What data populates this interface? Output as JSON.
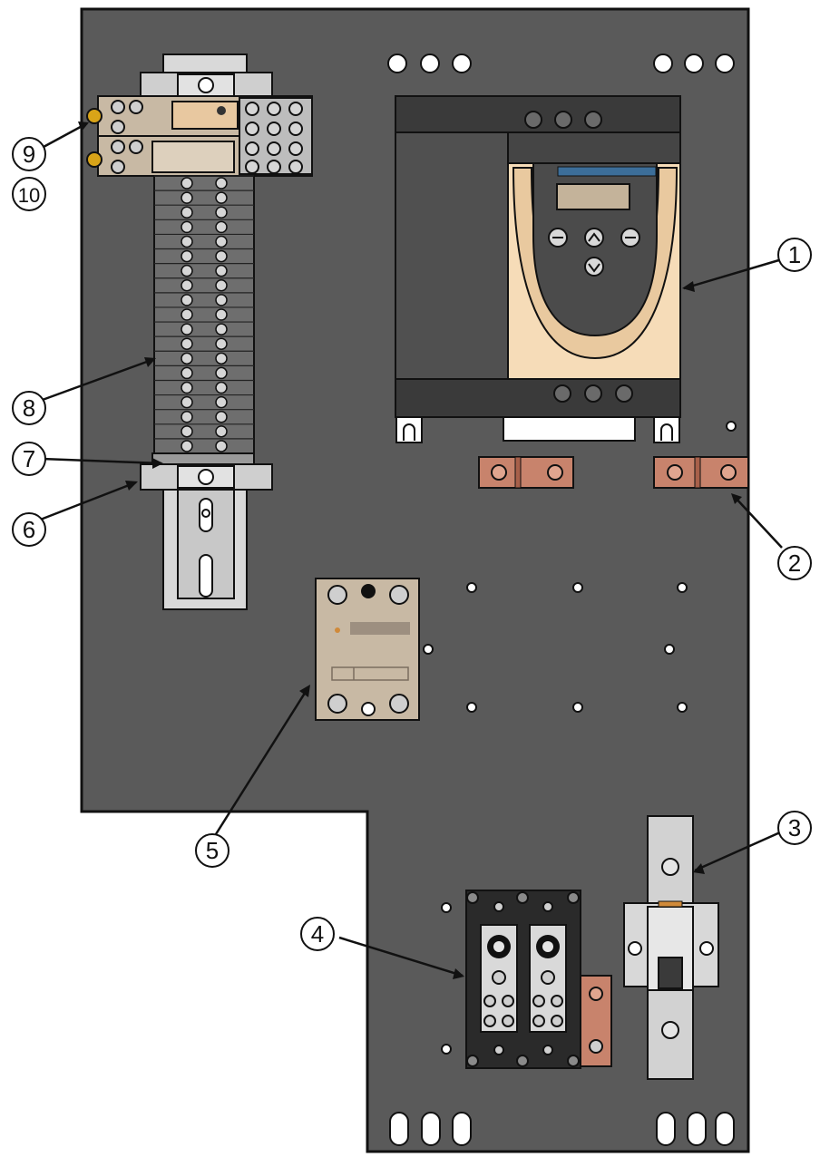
{
  "colors": {
    "panel": "#5a5a5a",
    "panel_edge": "#111111",
    "starter_dark": "#454545",
    "starter_face": "#f6dcb8",
    "keypad": "#4b4b4b",
    "display": "#c4b39a",
    "display_bar": "#3c6e99",
    "copper": "#c8836c",
    "relay_body": "#c8b9a4",
    "terminal_grey": "#6e6e6e",
    "din_rail": "#d9d9d9",
    "distribution_block": "#2a2a2a",
    "breaker": "#d2d2d2",
    "fuse_accent": "#d08a3a",
    "callout_fill": "#ffffff"
  },
  "callouts": [
    {
      "label": "1"
    },
    {
      "label": "2"
    },
    {
      "label": "3"
    },
    {
      "label": "4"
    },
    {
      "label": "5"
    },
    {
      "label": "6"
    },
    {
      "label": "7"
    },
    {
      "label": "8"
    },
    {
      "label": "9"
    },
    {
      "label": "10"
    }
  ]
}
